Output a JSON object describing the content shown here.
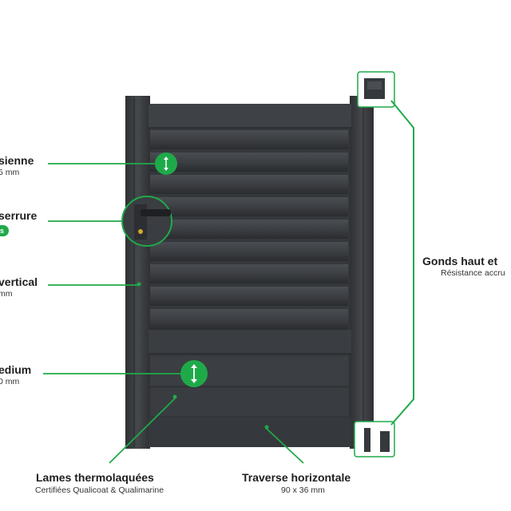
{
  "callouts": {
    "persienne": {
      "title": "sienne",
      "detail": "5 mm"
    },
    "serrure": {
      "title": "serrure",
      "badge": "s"
    },
    "vertical": {
      "title": "vertical",
      "detail": "mm"
    },
    "medium": {
      "title": "edium",
      "detail": "0 mm"
    },
    "lames": {
      "title": "Lames thermolaquées",
      "detail": "Certifiées Qualicoat & Qualimarine"
    },
    "traverse": {
      "title": "Traverse horizontale",
      "detail": "90 x 36 mm"
    },
    "gonds": {
      "title": "Gonds haut et",
      "detail": "Résistance accru"
    }
  },
  "colors": {
    "accent": "#1faa4a",
    "metal": "#3c3f43",
    "metal_dark": "#2c2e31",
    "background": "#ffffff"
  }
}
